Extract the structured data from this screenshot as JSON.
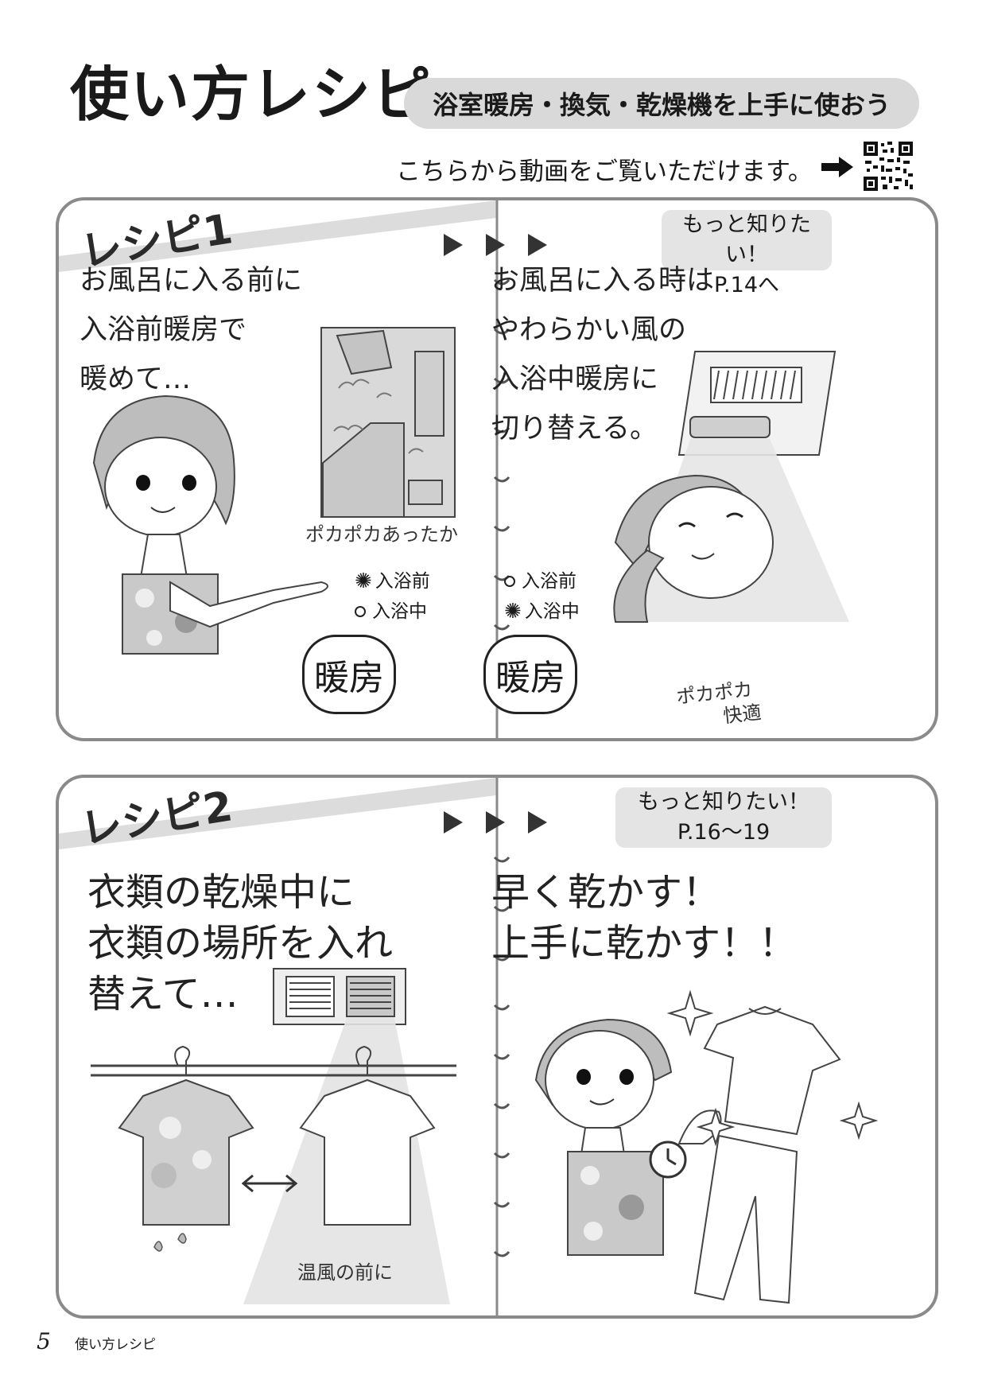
{
  "header": {
    "title": "使い方レシピ",
    "subtitle": "浴室暖房・換気・乾燥機を上手に使おう",
    "video_note": "こちらから動画をご覧いただけます。",
    "qr_icon": "qr-code-icon"
  },
  "recipe1": {
    "label": "レシピ1",
    "left_text": [
      "お風呂に入る前に",
      "入浴前暖房で",
      "暖めて…"
    ],
    "left_caption": "ポカポカあったか",
    "more_info_line1": "もっと知りたい！",
    "more_info_line2": "P.14へ",
    "right_text": [
      "お風呂に入る時は",
      "やわらかい風の",
      "入浴中暖房に",
      "切り替える。"
    ],
    "right_caption_line1": "ポカポカ",
    "right_caption_line2": "快適",
    "mode_before": "入浴前",
    "mode_during": "入浴中",
    "heat_button": "暖房"
  },
  "recipe2": {
    "label": "レシピ2",
    "left_text": [
      "衣類の乾燥中に",
      "衣類の場所を入れ",
      "替えて…"
    ],
    "left_caption": "温風の前に",
    "more_info_line1": "もっと知りたい！",
    "more_info_line2": "P.16〜19",
    "right_text": [
      "早く乾かす！",
      "上手に乾かす！！"
    ]
  },
  "footer": {
    "page_number": "5",
    "section": "使い方レシピ"
  },
  "colors": {
    "frame": "#8a8a8a",
    "pill": "#d9d9d9",
    "badge": "#e4e4e4"
  }
}
